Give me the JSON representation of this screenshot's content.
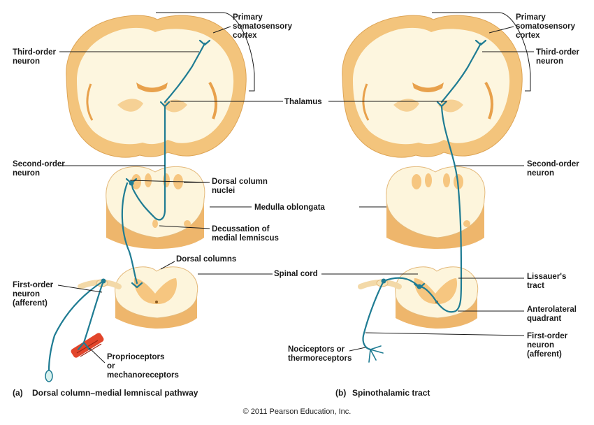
{
  "diagram": {
    "labels": {
      "primary_cortex_a": [
        "Primary",
        "somatosensory",
        "cortex"
      ],
      "third_order_a": [
        "Third-order",
        "neuron"
      ],
      "thalamus": "Thalamus",
      "second_order_a": [
        "Second-order",
        "neuron"
      ],
      "dorsal_column_nuclei": [
        "Dorsal column",
        "nuclei"
      ],
      "medulla_oblongata": "Medulla oblongata",
      "decussation": [
        "Decussation of",
        "medial lemniscus"
      ],
      "dorsal_columns": "Dorsal columns",
      "spinal_cord": "Spinal cord",
      "first_order_a": [
        "First-order",
        "neuron",
        "(afferent)"
      ],
      "proprioceptors": [
        "Proprioceptors",
        "or",
        "mechanoreceptors"
      ],
      "primary_cortex_b": [
        "Primary",
        "somatosensory",
        "cortex"
      ],
      "third_order_b": [
        "Third-order",
        "neuron"
      ],
      "second_order_b": [
        "Second-order",
        "neuron"
      ],
      "lissauers": [
        "Lissauer's",
        "tract"
      ],
      "anterolateral": [
        "Anterolateral",
        "quadrant"
      ],
      "first_order_b": [
        "First-order",
        "neuron",
        "(afferent)"
      ],
      "nociceptors": [
        "Nociceptors or",
        "thermoreceptors"
      ]
    },
    "captions": {
      "a_letter": "(a)",
      "a_text": "Dorsal column–medial lemniscal pathway",
      "b_letter": "(b)",
      "b_text": "Spinothalamic tract"
    },
    "copyright": "© 2011 Pearson Education, Inc.",
    "colors": {
      "neuron": "#1f7c93",
      "gray_matter": "#f3c47c",
      "white_matter": "#fdf6df",
      "receptor": "#e2452b"
    }
  }
}
